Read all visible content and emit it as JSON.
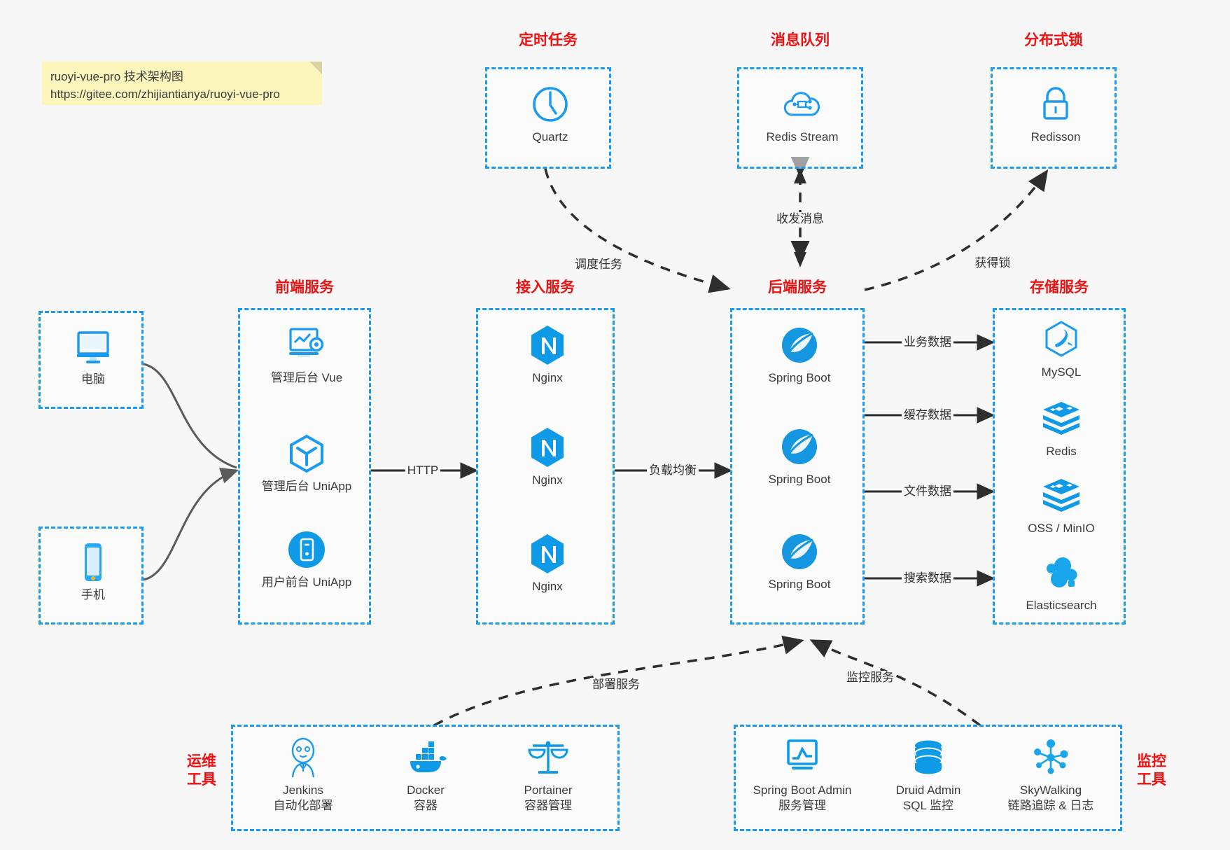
{
  "note": {
    "line1": "ruoyi-vue-pro 技术架构图",
    "line2": "https://gitee.com/zhijiantianya/ruoyi-vue-pro"
  },
  "colors": {
    "accent": "#1a9bf0",
    "title": "#ee1111",
    "edge": "#2e2e2e",
    "curve": "#555555",
    "note_bg": "#fcf6bd",
    "background": "#f7f7f7"
  },
  "groups": {
    "clients": {
      "nodes": [
        {
          "label": "电脑",
          "icon": "desktop-monitor-icon"
        },
        {
          "label": "手机",
          "icon": "mobile-phone-icon"
        }
      ]
    },
    "scheduler": {
      "title": "定时任务",
      "nodes": [
        {
          "label": "Quartz",
          "icon": "clock-icon"
        }
      ]
    },
    "mq": {
      "title": "消息队列",
      "nodes": [
        {
          "label": "Redis Stream",
          "icon": "cloud-stream-icon"
        }
      ]
    },
    "lock": {
      "title": "分布式锁",
      "nodes": [
        {
          "label": "Redisson",
          "icon": "padlock-icon"
        }
      ]
    },
    "frontend": {
      "title": "前端服务",
      "nodes": [
        {
          "label": "管理后台 Vue",
          "icon": "admin-dashboard-icon"
        },
        {
          "label": "管理后台 UniApp",
          "icon": "cube-icon"
        },
        {
          "label": "用户前台 UniApp",
          "icon": "phone-circle-icon"
        }
      ]
    },
    "gateway": {
      "title": "接入服务",
      "nodes": [
        {
          "label": "Nginx",
          "icon": "nginx-icon"
        },
        {
          "label": "Nginx",
          "icon": "nginx-icon"
        },
        {
          "label": "Nginx",
          "icon": "nginx-icon"
        }
      ]
    },
    "backend": {
      "title": "后端服务",
      "nodes": [
        {
          "label": "Spring Boot",
          "icon": "spring-boot-icon"
        },
        {
          "label": "Spring Boot",
          "icon": "spring-boot-icon"
        },
        {
          "label": "Spring Boot",
          "icon": "spring-boot-icon"
        }
      ]
    },
    "storage": {
      "title": "存储服务",
      "nodes": [
        {
          "label": "MySQL",
          "icon": "mysql-dolphin-icon"
        },
        {
          "label": "Redis",
          "icon": "redis-stack-icon"
        },
        {
          "label": "OSS / MinIO",
          "icon": "redis-stack-icon"
        },
        {
          "label": "Elasticsearch",
          "icon": "elasticsearch-icon"
        }
      ]
    },
    "devops": {
      "title_line1": "运维",
      "title_line2": "工具",
      "nodes": [
        {
          "label": "Jenkins",
          "sublabel": "自动化部署",
          "icon": "jenkins-butler-icon"
        },
        {
          "label": "Docker",
          "sublabel": "容器",
          "icon": "docker-whale-icon"
        },
        {
          "label": "Portainer",
          "sublabel": "容器管理",
          "icon": "scales-balance-icon"
        }
      ]
    },
    "monitoring": {
      "title_line1": "监控",
      "title_line2": "工具",
      "nodes": [
        {
          "label": "Spring Boot Admin",
          "sublabel": "服务管理",
          "icon": "monitor-chart-icon"
        },
        {
          "label": "Druid Admin",
          "sublabel": "SQL 监控",
          "icon": "database-cylinder-icon"
        },
        {
          "label": "SkyWalking",
          "sublabel": "链路追踪 & 日志",
          "icon": "network-nodes-icon"
        }
      ]
    }
  },
  "edges": [
    {
      "label": "HTTP",
      "from": "frontend",
      "to": "gateway"
    },
    {
      "label": "负载均衡",
      "from": "gateway",
      "to": "backend"
    },
    {
      "label": "调度任务",
      "from": "scheduler",
      "to": "backend"
    },
    {
      "label": "收发消息",
      "from": "mq",
      "to": "backend"
    },
    {
      "label": "获得锁",
      "from": "backend",
      "to": "lock"
    },
    {
      "label": "业务数据",
      "from": "backend",
      "to": "storage.MySQL"
    },
    {
      "label": "缓存数据",
      "from": "backend",
      "to": "storage.Redis"
    },
    {
      "label": "文件数据",
      "from": "backend",
      "to": "storage.OSS"
    },
    {
      "label": "搜索数据",
      "from": "backend",
      "to": "storage.Elasticsearch"
    },
    {
      "label": "部署服务",
      "from": "devops",
      "to": "backend"
    },
    {
      "label": "监控服务",
      "from": "monitoring",
      "to": "backend"
    }
  ]
}
